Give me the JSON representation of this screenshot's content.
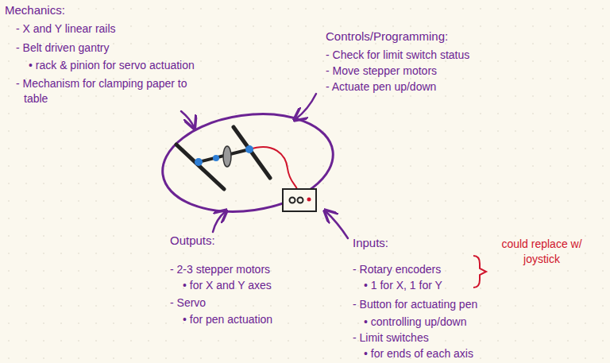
{
  "diagram": {
    "labels": [
      "Mechanics:",
      "- X and Y linear rails",
      "- Belt driven gantry",
      "• rack & pinion for servo actuation",
      "- Mechanism for clamping paper to table",
      "Controls/Programming:",
      "- Check for limit switch status",
      "- Move stepper motors",
      "- Actuate pen up/down",
      "Outputs:",
      "- 2-3 stepper motors",
      "• for X and Y axes",
      "- Servo",
      "• for pen actuation",
      "Inputs:",
      "- Rotary encoders",
      "• 1 for X, 1 for Y",
      "could replace w/ joystick",
      "- Button for actuating pen",
      "• controlling up/down",
      "- Limit switches",
      "• for ends of each axis"
    ]
  }
}
